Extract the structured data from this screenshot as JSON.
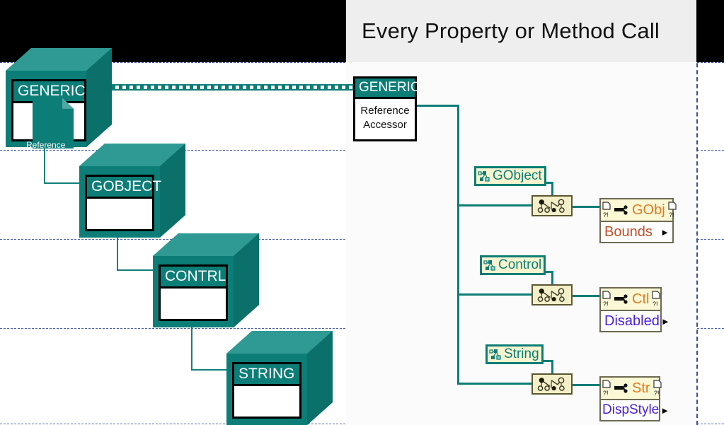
{
  "title": "Every Property or Method Call",
  "colors": {
    "teal": "#0c7d77",
    "teal_light": "#2f9a93",
    "teal_dark": "#086a65",
    "grid_blue": "#4a5fa0",
    "chip_bg": "#f7f5cf",
    "node_bg": "#fdfbe2",
    "orange": "#e07a1f",
    "prop_brown": "#c0502a",
    "prop_blue": "#4a1fe0",
    "black": "#000000",
    "title_bg": "#eeeeee"
  },
  "class_hierarchy": {
    "cubes": [
      {
        "label": "GENERIC",
        "badge": "Reference"
      },
      {
        "label": "GOBJECT",
        "badge": ""
      },
      {
        "label": "CONTRL",
        "badge": ""
      },
      {
        "label": "STRING",
        "badge": ""
      }
    ]
  },
  "accessor": {
    "header": "GENERIC",
    "line1": "Reference",
    "line2": "Accessor"
  },
  "rows": [
    {
      "class_label": "GObject",
      "node_name": "GObj",
      "property": "Bounds",
      "property_color": "#c0502a"
    },
    {
      "class_label": "Control",
      "node_name": "Ctl",
      "property": "Disabled",
      "property_color": "#4a1fe0"
    },
    {
      "class_label": "String",
      "node_name": "Str",
      "property": "DispStyle",
      "property_color": "#4a1fe0"
    }
  ],
  "icons": {
    "class_hierarchy": "class-hierarchy-icon",
    "wire_node": "wire-node-icon",
    "wrench": "wrench-icon",
    "terminal": "terminal-io-icon",
    "expand_arrow": "expand-arrow-icon",
    "document": "document-icon"
  }
}
